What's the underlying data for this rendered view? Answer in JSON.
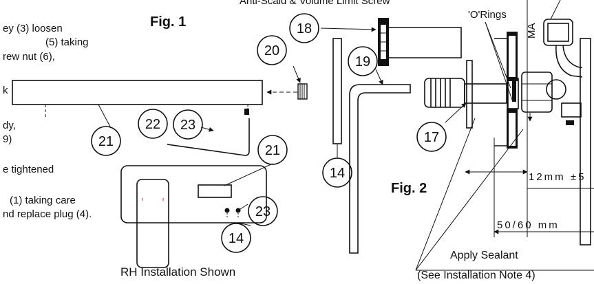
{
  "diagram": {
    "header_partial": "Anti-Scald & Volume Limit Screw",
    "fig1": "Fig. 1",
    "fig2": "Fig. 2",
    "instructions": [
      "ey (3) loosen",
      "(5) taking",
      "rew nut (6),",
      "k",
      "dy,",
      "9)",
      "e tightened",
      "(1) taking care",
      "nd replace plug (4)."
    ],
    "callouts": {
      "c14a": "14",
      "c14b": "14",
      "c17": "17",
      "c18": "18",
      "c19": "19",
      "c20": "20",
      "c21a": "21",
      "c21b": "21",
      "c22": "22",
      "c23a": "23",
      "c23b": "23"
    },
    "o_rings": "'O'Rings",
    "max_partial": "MA",
    "dim_12": "12mm ±5",
    "dim_50_60": "50/60 mm",
    "apply_sealant": "Apply Sealant",
    "installation_note": "(See Installation Note 4)",
    "rh_installation": "RH Installation Shown"
  }
}
